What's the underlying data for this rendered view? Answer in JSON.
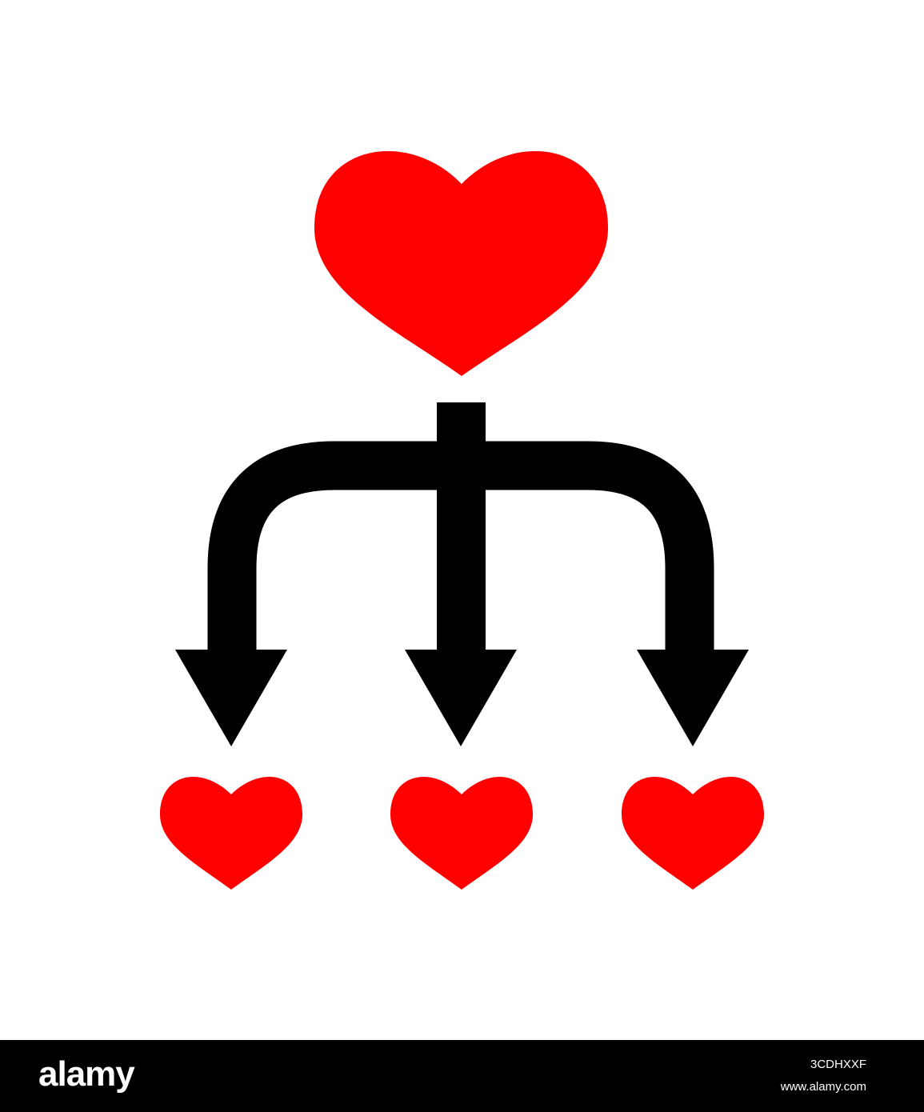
{
  "colors": {
    "heart": "#ff0000",
    "arrow": "#000000",
    "background": "#ffffff",
    "footer": "#000000",
    "footer_text": "#ffffff"
  },
  "icons": {
    "source": "heart-icon",
    "targets": [
      "heart-icon",
      "heart-icon",
      "heart-icon"
    ],
    "connector": "three-way-split-arrow-icon"
  },
  "footer": {
    "brand": "alamy",
    "image_id": "3CDHXXF",
    "url": "www.alamy.com"
  }
}
